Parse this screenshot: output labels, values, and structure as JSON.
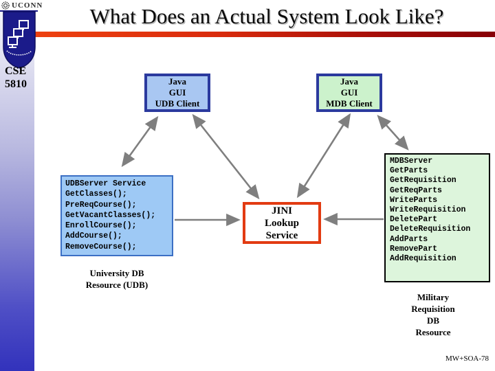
{
  "header": {
    "logo_text": "UCONN",
    "title": "What Does an Actual System Look Like?"
  },
  "sidebar": {
    "course_code_lines": [
      "CSE",
      "5810"
    ]
  },
  "diagram": {
    "udb_client": {
      "lines": [
        "Java",
        "GUI",
        "UDB Client"
      ]
    },
    "mdb_client": {
      "lines": [
        "Java",
        "GUI",
        "MDB Client"
      ]
    },
    "udb_server": {
      "lines": [
        "UDBServer Service",
        "GetClasses();",
        "PreReqCourse();",
        "GetVacantClasses();",
        "EnrollCourse();",
        "AddCourse();",
        "RemoveCourse();"
      ]
    },
    "jini": {
      "lines": [
        "JINI",
        "Lookup",
        "Service"
      ]
    },
    "mdb_server": {
      "lines": [
        "MDBServer",
        "GetParts",
        "GetRequisition",
        "GetReqParts",
        "WriteParts",
        "WriteRequisition",
        "DeletePart",
        "DeleteRequisition",
        "AddParts",
        "RemovePart",
        "AddRequisition"
      ]
    },
    "udb_resource_label": {
      "lines": [
        "University DB",
        "Resource (UDB)"
      ]
    },
    "military_resource_label": {
      "lines": [
        "Military",
        "Requisition",
        "DB",
        "Resource"
      ]
    }
  },
  "footer": {
    "slide_ref": "MW+SOA-78"
  },
  "icons": {
    "uconn_seal": "uconn-seal-icon",
    "cse_shield": "cse-shield-logo"
  },
  "colors": {
    "accent_bar_start": "#ee4210",
    "accent_bar_end": "#870006",
    "sidebar_bottom": "#3232bc",
    "udb_client_fill": "#a9c7f2",
    "mdb_client_fill": "#ccf2cc",
    "udb_server_fill": "#9ec9f5",
    "mdb_server_fill": "#ddf5dc",
    "client_border": "#2b3a9e",
    "udb_server_border": "#3b6fc4",
    "jini_border": "#e23b12",
    "mdb_server_border": "#000000",
    "arrow": "#7f7f7f",
    "shield_navy": "#1b1b8a"
  }
}
